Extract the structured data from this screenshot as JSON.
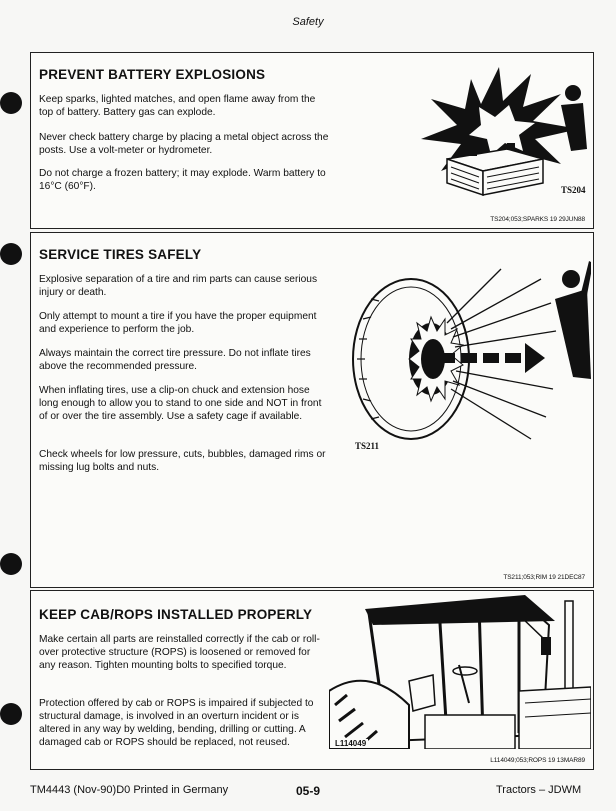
{
  "header": {
    "running_title": "Safety"
  },
  "sections": [
    {
      "title": "PREVENT BATTERY EXPLOSIONS",
      "paragraphs": [
        "Keep sparks, lighted matches, and open flame away from the top of battery. Battery gas can explode.",
        "Never check battery charge by placing a metal object across the posts. Use a volt-meter or hydrometer.",
        "Do not charge a frozen battery; it may explode. Warm battery to 16°C (60°F)."
      ],
      "figure_label": "TS204",
      "figure_code": "TS204;053;SPARKS 19 29JUN88"
    },
    {
      "title": "SERVICE TIRES SAFELY",
      "paragraphs": [
        "Explosive separation of a tire and rim parts can cause serious injury or death.",
        "Only attempt to mount a tire if you have the proper equipment and experience to perform the job.",
        "Always maintain the correct tire pressure. Do not inflate tires above the recommended pressure.",
        "When inflating tires, use a clip-on chuck and extension hose long enough to allow you to stand to one side and NOT in front of or over the tire assembly. Use a safety cage if available.",
        "Check wheels for low pressure, cuts, bubbles, damaged rims or missing lug bolts and nuts."
      ],
      "figure_label": "TS211",
      "figure_code": "TS211;053;RIM 19 21DEC87"
    },
    {
      "title": "KEEP CAB/ROPS INSTALLED PROPERLY",
      "paragraphs": [
        "Make certain all parts are reinstalled correctly if the cab or roll-over protective structure (ROPS) is loosened or removed for any reason. Tighten mounting bolts to specified torque.",
        "Protection offered by cab or ROPS is impaired if subjected to structural damage, is involved in an overturn incident or is altered in any way by welding, bending, drilling or cutting. A damaged cab or ROPS should be replaced, not reused."
      ],
      "figure_label": "L114049",
      "figure_code": "L114049;053;ROPS 19 13MAR89"
    }
  ],
  "footer": {
    "left": "TM4443 (Nov-90)D0 Printed in Germany",
    "page_number": "05-9",
    "right": "Tractors – JDWM"
  }
}
